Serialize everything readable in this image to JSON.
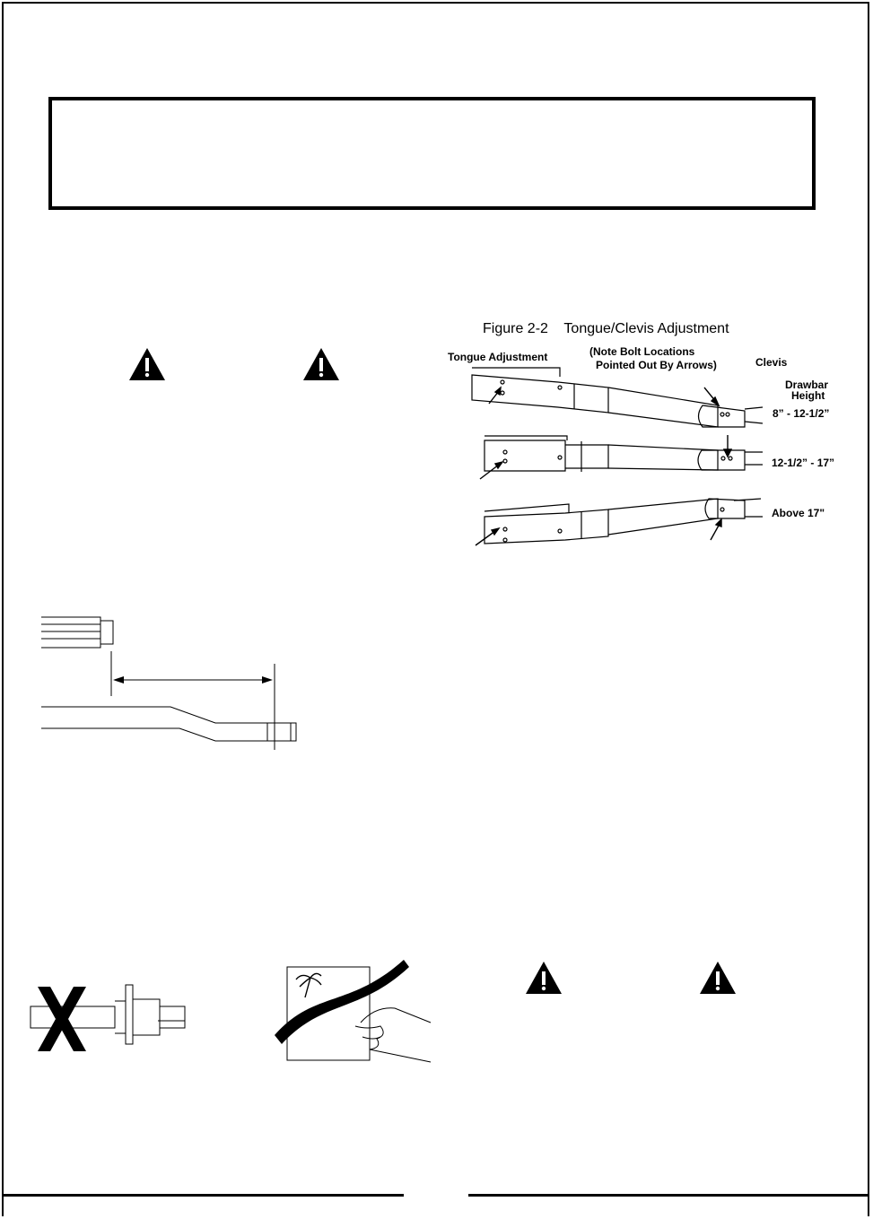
{
  "figure_2_2": {
    "caption": "Figure 2-2    Tongue/Clevis Adjustment",
    "label_tongue_adjustment": "Tongue Adjustment",
    "label_note_line1": "(Note Bolt Locations",
    "label_note_line2": "Pointed Out By Arrows)",
    "label_clevis": "Clevis",
    "label_drawbar_line1": "Drawbar",
    "label_drawbar_line2": "Height",
    "heights": [
      "8” - 12-1/2”",
      "12-1/2” - 17”",
      "Above 17\""
    ]
  },
  "icons": {
    "warning": "warning-triangle-icon",
    "crossed_out": "x-mark-icon"
  },
  "colors": {
    "ink": "#000000",
    "paper": "#ffffff"
  }
}
